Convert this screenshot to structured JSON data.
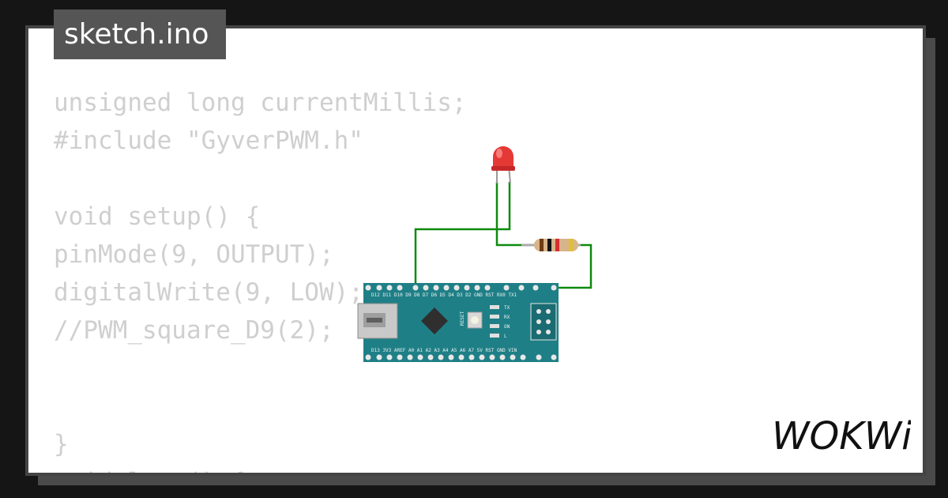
{
  "tab": {
    "filename": "sketch.ino"
  },
  "code": {
    "lines": [
      "unsigned long currentMillis;",
      "#include \"GyverPWM.h\"",
      "",
      "void setup() {",
      "pinMode(9, OUTPUT);",
      "digitalWrite(9, LOW);",
      "//PWM_square_D9(2);",
      "",
      "",
      "}",
      "void loop() {"
    ]
  },
  "logo": {
    "text": "WOKWi"
  },
  "colors": {
    "page_bg": "#151515",
    "card_bg": "#ffffff",
    "code_text": "#cfcfcf",
    "board": "#1f7f86",
    "wire": "#0d8a0d",
    "led": "#e53935"
  },
  "circuit": {
    "board_name": "Arduino Nano",
    "top_pin_labels": "D12 D11 D10 D9 D8 D7 D6 D5 D4 D3 D2 GND RST RX0 TX1",
    "bottom_pin_labels": "D13 3V3 AREF A0 A1 A2 A3 A4 A5 A6 A7 5V RST GND VIN",
    "side_labels": [
      "TX",
      "RX",
      "ON",
      "L"
    ],
    "reset_label": "RESET"
  }
}
